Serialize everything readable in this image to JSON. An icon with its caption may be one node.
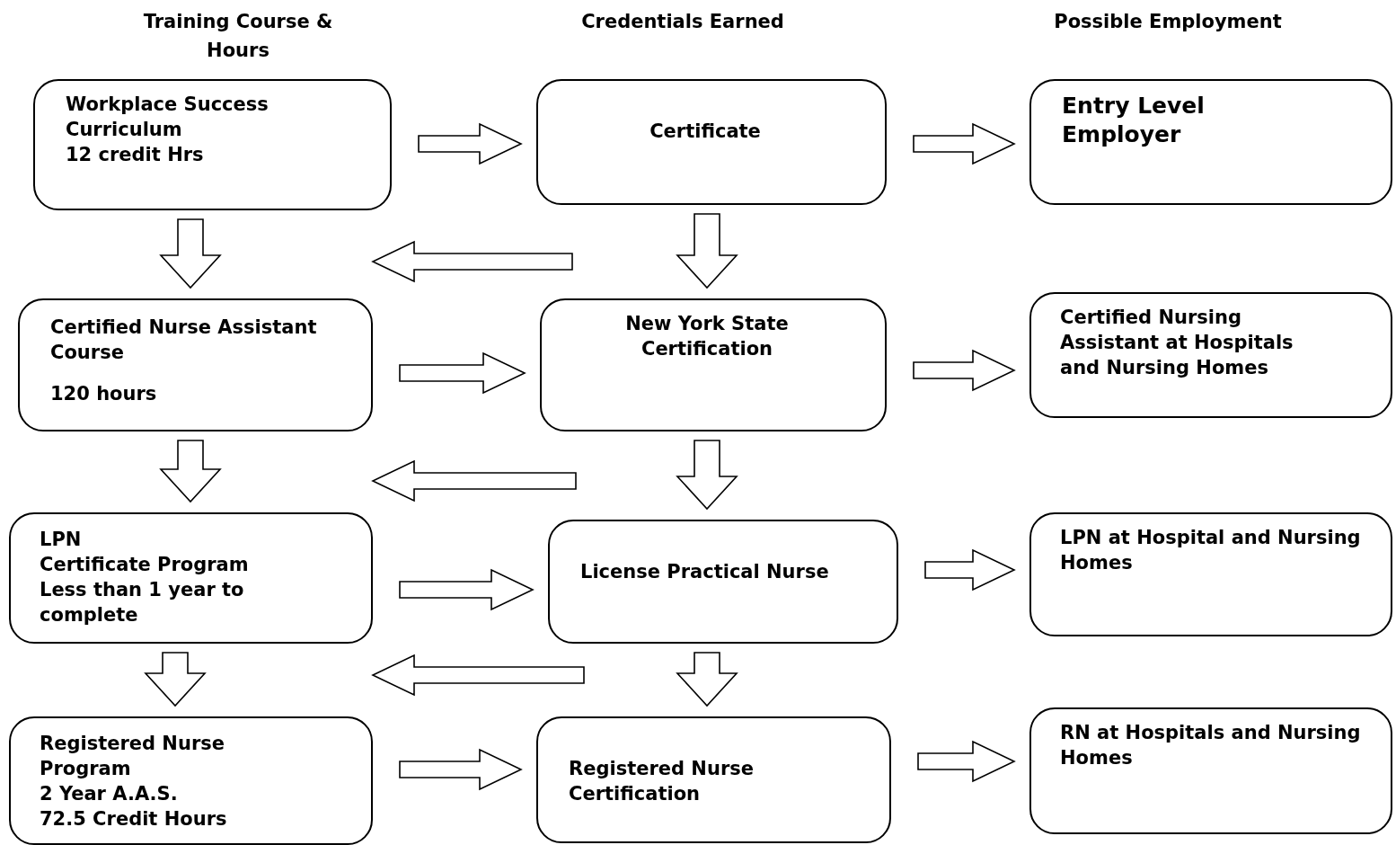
{
  "diagram": {
    "nodes": [
      {
        "text": [
          "Workplace Success Curriculum",
          "12 credit Hrs"
        ]
      },
      {
        "text": [
          "Certificate"
        ]
      },
      {
        "text": [
          "Entry Level Employer"
        ]
      },
      {
        "text": [
          "Certified Nurse Assistant Course",
          "120 hours"
        ]
      },
      {
        "text": [
          "New York State Certification"
        ]
      },
      {
        "text": [
          "Certified Nursing Assistant at Hospitals and Nursing Homes"
        ]
      },
      {
        "text": [
          "LPN",
          "Certificate Program",
          "Less than 1 year to complete"
        ]
      },
      {
        "text": [
          "License Practical Nurse"
        ]
      },
      {
        "text": [
          "LPN at Hospital and Nursing Homes"
        ]
      },
      {
        "text": [
          "Registered Nurse Program",
          "2 Year A.A.S.",
          "72.5 Credit Hours"
        ]
      },
      {
        "text": [
          "Registered Nurse Certification"
        ]
      },
      {
        "text": [
          "RN at Hospitals and Nursing Homes"
        ]
      }
    ],
    "edges": [
      {
        "from": 0,
        "to": 1,
        "arrow": "to"
      },
      {
        "from": 1,
        "to": 2,
        "arrow": "to"
      },
      {
        "from": 1,
        "to": 4,
        "arrow": "to"
      },
      {
        "from": 1,
        "to": 3,
        "arrow": "to"
      },
      {
        "from": 0,
        "to": 3,
        "arrow": "to"
      },
      {
        "from": 3,
        "to": 4,
        "arrow": "to"
      },
      {
        "from": 4,
        "to": 5,
        "arrow": "to"
      },
      {
        "from": 4,
        "to": 7,
        "arrow": "to"
      },
      {
        "from": 4,
        "to": 6,
        "arrow": "to"
      },
      {
        "from": 3,
        "to": 6,
        "arrow": "to"
      },
      {
        "from": 6,
        "to": 7,
        "arrow": "to"
      },
      {
        "from": 7,
        "to": 8,
        "arrow": "to"
      },
      {
        "from": 7,
        "to": 10,
        "arrow": "to"
      },
      {
        "from": 7,
        "to": 9,
        "arrow": "to"
      },
      {
        "from": 6,
        "to": 9,
        "arrow": "to"
      },
      {
        "from": 9,
        "to": 10,
        "arrow": "to"
      },
      {
        "from": 10,
        "to": 11,
        "arrow": "to"
      }
    ],
    "labels": [
      "Training Course & Hours",
      "Credentials Earned",
      "Possible Employment"
    ]
  }
}
